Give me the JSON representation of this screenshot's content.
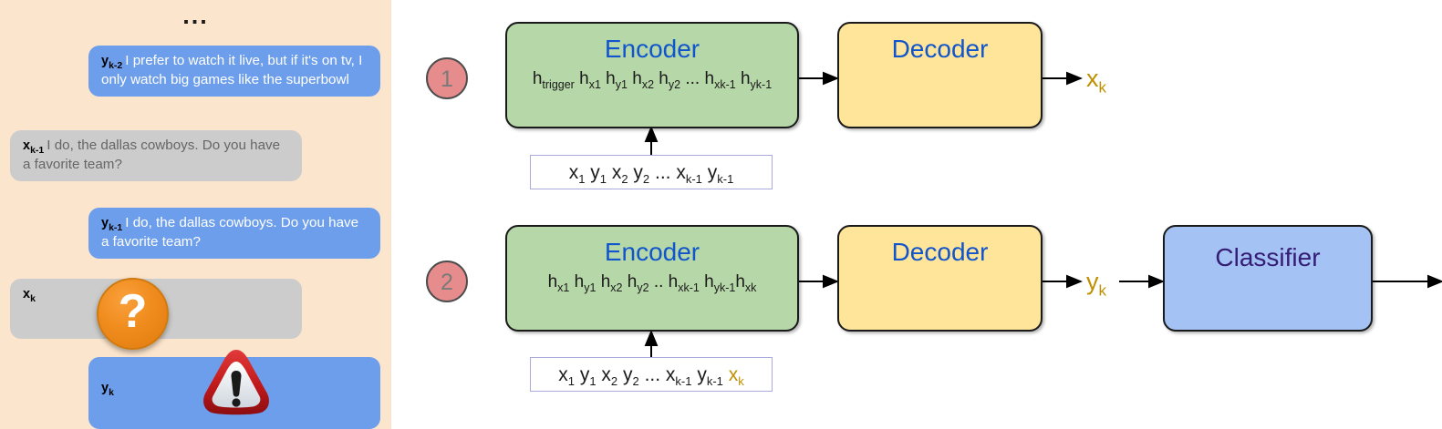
{
  "chat": {
    "ellipsis": "...",
    "messages": [
      {
        "id": "yk2",
        "side": "right",
        "style": "blue",
        "tag": "y",
        "tag_sub": "k-2",
        "text": "I prefer to watch it live, but if it's on tv, I only watch big games like the superbowl",
        "icon": null
      },
      {
        "id": "xk1",
        "side": "left",
        "style": "gray",
        "tag": "x",
        "tag_sub": "k-1",
        "text": "I do, the dallas cowboys. Do you have a favorite team?",
        "icon": null
      },
      {
        "id": "yk1",
        "side": "right",
        "style": "blue",
        "tag": "y",
        "tag_sub": "k-1",
        "text": "I do, the dallas cowboys. Do you have a favorite team?",
        "icon": null
      },
      {
        "id": "xk",
        "side": "left",
        "style": "gray",
        "tag": "x",
        "tag_sub": "k",
        "text": "",
        "icon": "question-mark-icon"
      },
      {
        "id": "yk",
        "side": "right",
        "style": "blue",
        "tag": "y",
        "tag_sub": "k",
        "text": "",
        "icon": "warning-triangle-icon"
      }
    ]
  },
  "diagram": {
    "rows": [
      {
        "step": "1",
        "encoder": {
          "title": "Encoder",
          "states_prefix": "h",
          "states": "h_trigger  h_x1  h_y1  h_x2  h_y2 ... h_xk-1  h_yk-1"
        },
        "decoder": {
          "title": "Decoder"
        },
        "output": {
          "symbol": "x",
          "sub": "k"
        },
        "input_sequence": "x_1 y_1 x_2 y_2 ... x_k-1 y_k-1",
        "classifier": null
      },
      {
        "step": "2",
        "encoder": {
          "title": "Encoder",
          "states_prefix": "h",
          "states": "h_x1  h_y1  h_x2  h_y2 .. h_xk-1  h_yk-1 h_xk"
        },
        "decoder": {
          "title": "Decoder"
        },
        "output": {
          "symbol": "y",
          "sub": "k"
        },
        "input_sequence": "x_1 y_1 x_2 y_2 ... x_k-1 y_k-1 x_k",
        "classifier": {
          "title": "Classifier"
        }
      }
    ]
  },
  "colors": {
    "chat_background": "#fce5cd",
    "bubble_blue": "#6d9eeb",
    "bubble_gray": "#cccccc",
    "encoder_green": "#b6d7a8",
    "decoder_yellow": "#ffe599",
    "classifier_blue": "#a4c2f4",
    "step_circle_pink": "#e06c6c",
    "node_title_blue": "#1155cc",
    "classifier_title_purple": "#351c75",
    "output_gold": "#bf9000",
    "question_icon_orange": "#f08c1e",
    "warning_icon_red": "#c0191b"
  }
}
